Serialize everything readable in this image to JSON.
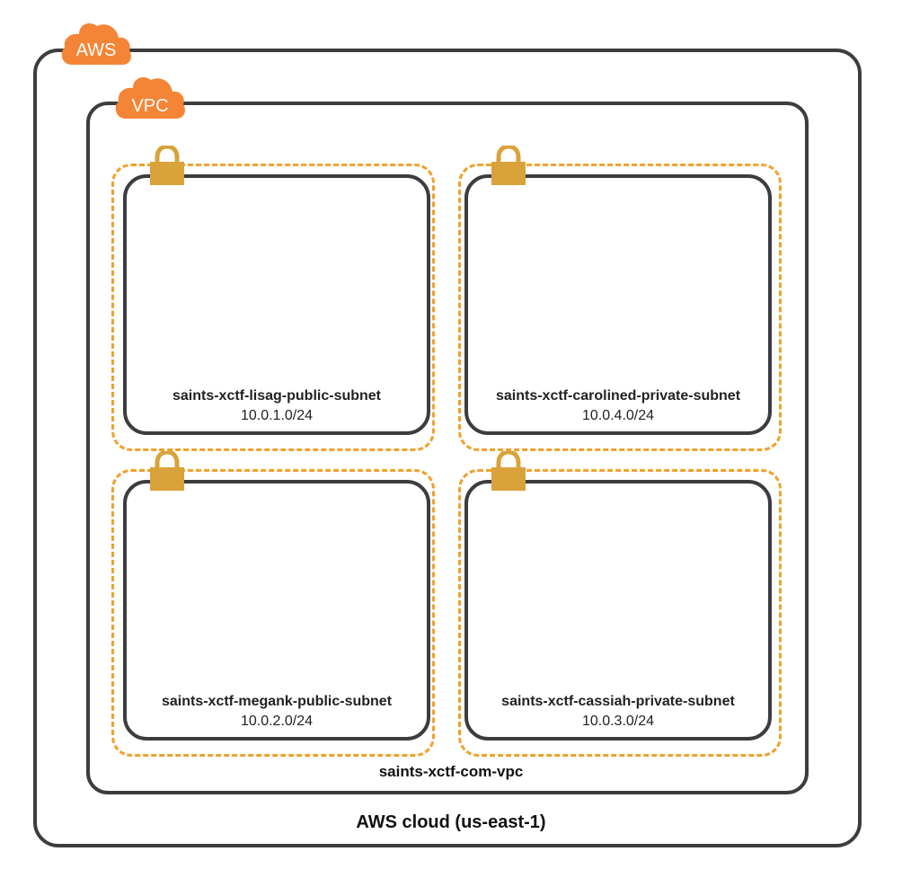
{
  "diagram": {
    "cloud": {
      "badge": "AWS",
      "label": "AWS cloud (us-east-1)"
    },
    "vpc": {
      "badge": "VPC",
      "label": "saints-xctf-com-vpc"
    },
    "subnets": [
      {
        "name": "saints-xctf-lisag-public-subnet",
        "cidr": "10.0.1.0/24"
      },
      {
        "name": "saints-xctf-carolined-private-subnet",
        "cidr": "10.0.4.0/24"
      },
      {
        "name": "saints-xctf-megank-public-subnet",
        "cidr": "10.0.2.0/24"
      },
      {
        "name": "saints-xctf-cassiah-private-subnet",
        "cidr": "10.0.3.0/24"
      }
    ],
    "colors": {
      "badge_orange": "#f58536",
      "zone_dash": "#f0a12c",
      "lock_gold": "#d9a23a",
      "border_dark": "#3d3d3d"
    }
  }
}
